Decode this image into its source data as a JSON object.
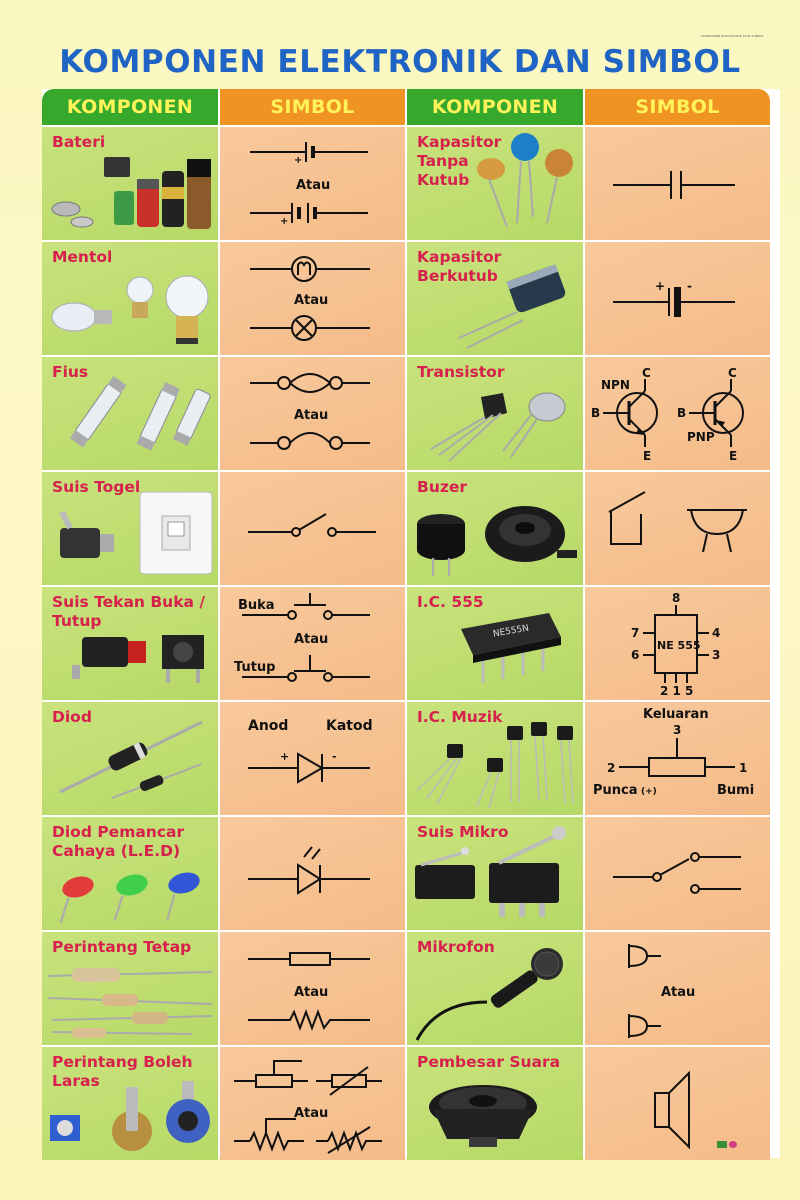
{
  "header": {
    "small_caption": "KOMPONEN ELEKTRONIK DAN SIMBOL",
    "title": "KOMPONEN ELEKTRONIK DAN SIMBOL",
    "col_komponen": "KOMPONEN",
    "col_simbol": "SIMBOL"
  },
  "left": [
    {
      "name": "Bateri",
      "atau": "Atau",
      "icon": "battery-icon"
    },
    {
      "name": "Mentol",
      "atau": "Atau",
      "icon": "bulb-icon"
    },
    {
      "name": "Fius",
      "atau": "Atau",
      "icon": "fuse-icon"
    },
    {
      "name": "Suis Togel",
      "icon": "toggle-switch-icon"
    },
    {
      "name": "Suis Tekan Buka / Tutup",
      "buka": "Buka",
      "tutup": "Tutup",
      "atau": "Atau",
      "icon": "push-button-icon"
    },
    {
      "name": "Diod",
      "anod": "Anod",
      "katod": "Katod",
      "plus": "+",
      "minus": "-",
      "icon": "diode-icon"
    },
    {
      "name": "Diod Pemancar Cahaya (L.E.D)",
      "icon": "led-icon"
    },
    {
      "name": "Perintang Tetap",
      "atau": "Atau",
      "icon": "resistor-icon"
    },
    {
      "name": "Perintang Boleh Laras",
      "atau": "Atau",
      "icon": "variable-resistor-icon"
    }
  ],
  "right": [
    {
      "name": "Kapasitor Tanpa Kutub",
      "icon": "ceramic-capacitor-icon"
    },
    {
      "name": "Kapasitor Berkutub",
      "plus": "+",
      "minus": "-",
      "icon": "electrolytic-capacitor-icon"
    },
    {
      "name": "Transistor",
      "npn": "NPN",
      "pnp": "PNP",
      "b": "B",
      "c": "C",
      "e": "E",
      "icon": "transistor-icon"
    },
    {
      "name": "Buzer",
      "icon": "buzzer-icon"
    },
    {
      "name": "I.C. 555",
      "chip_label": "NE 555",
      "chip_print": "NE555N",
      "p8": "8",
      "p7": "7",
      "p6": "6",
      "p4": "4",
      "p3": "3",
      "p215": "2 1 5",
      "icon": "ic-chip-icon"
    },
    {
      "name": "I.C. Muzik",
      "keluaran": "Keluaran",
      "k3": "3",
      "k2": "2",
      "k1": "1",
      "punca": "Punca",
      "punca_sign": "(+)",
      "bumi": "Bumi",
      "icon": "music-ic-icon"
    },
    {
      "name": "Suis Mikro",
      "icon": "micro-switch-icon"
    },
    {
      "name": "Mikrofon",
      "atau": "Atau",
      "icon": "microphone-icon"
    },
    {
      "name": "Pembesar Suara",
      "icon": "speaker-icon"
    }
  ],
  "colors": {
    "title": "#1f64c4",
    "header_green": "#36a82c",
    "header_orange": "#ef9423",
    "header_text": "#fff35a",
    "name_text": "#d8204e",
    "cell_green": "#bedd6f",
    "cell_peach": "#f6c290"
  }
}
